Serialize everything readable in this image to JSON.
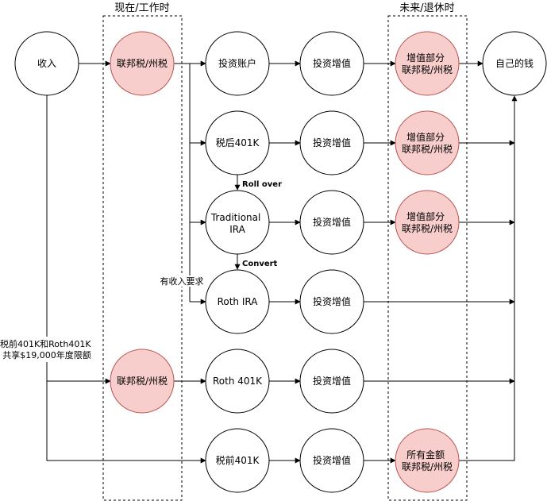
{
  "groups": {
    "now": {
      "title": "现在/工作时"
    },
    "future": {
      "title": "未来/退休时"
    }
  },
  "nodes": {
    "income": {
      "label": "收入"
    },
    "tax_top": {
      "label": "联邦税/州税"
    },
    "tax_mid": {
      "label": "联邦税/州税"
    },
    "brokerage": {
      "label": "投资账户"
    },
    "after_tax_401k": {
      "label": "税后401K"
    },
    "trad_ira": {
      "lines": [
        "Traditional",
        "IRA"
      ]
    },
    "roth_ira": {
      "label": "Roth IRA"
    },
    "roth_401k": {
      "label": "Roth 401K"
    },
    "pretax_401k": {
      "label": "税前401K"
    },
    "growth_1": {
      "label": "投资增值"
    },
    "growth_2": {
      "label": "投资增值"
    },
    "growth_3": {
      "label": "投资增值"
    },
    "growth_4": {
      "label": "投资增值"
    },
    "growth_5": {
      "label": "投资增值"
    },
    "growth_6": {
      "label": "投资增值"
    },
    "tax_gain_1": {
      "lines": [
        "增值部分",
        "联邦税/州税"
      ]
    },
    "tax_gain_2": {
      "lines": [
        "增值部分",
        "联邦税/州税"
      ]
    },
    "tax_gain_3": {
      "lines": [
        "增值部分",
        "联邦税/州税"
      ]
    },
    "tax_all": {
      "lines": [
        "所有金额",
        "联邦税/州税"
      ]
    },
    "own_money": {
      "label": "自己的钱"
    }
  },
  "edge_labels": {
    "roll_over": "Roll over",
    "convert": "Convert",
    "income_requirement": "有收入要求",
    "shared_limit": [
      "税前401K和Roth401K",
      "共享$19,000年度限额"
    ]
  },
  "colors": {
    "tax_fill": "#f8cecc",
    "tax_stroke": "#b85450",
    "node_fill": "#ffffff",
    "stroke": "#000000"
  }
}
